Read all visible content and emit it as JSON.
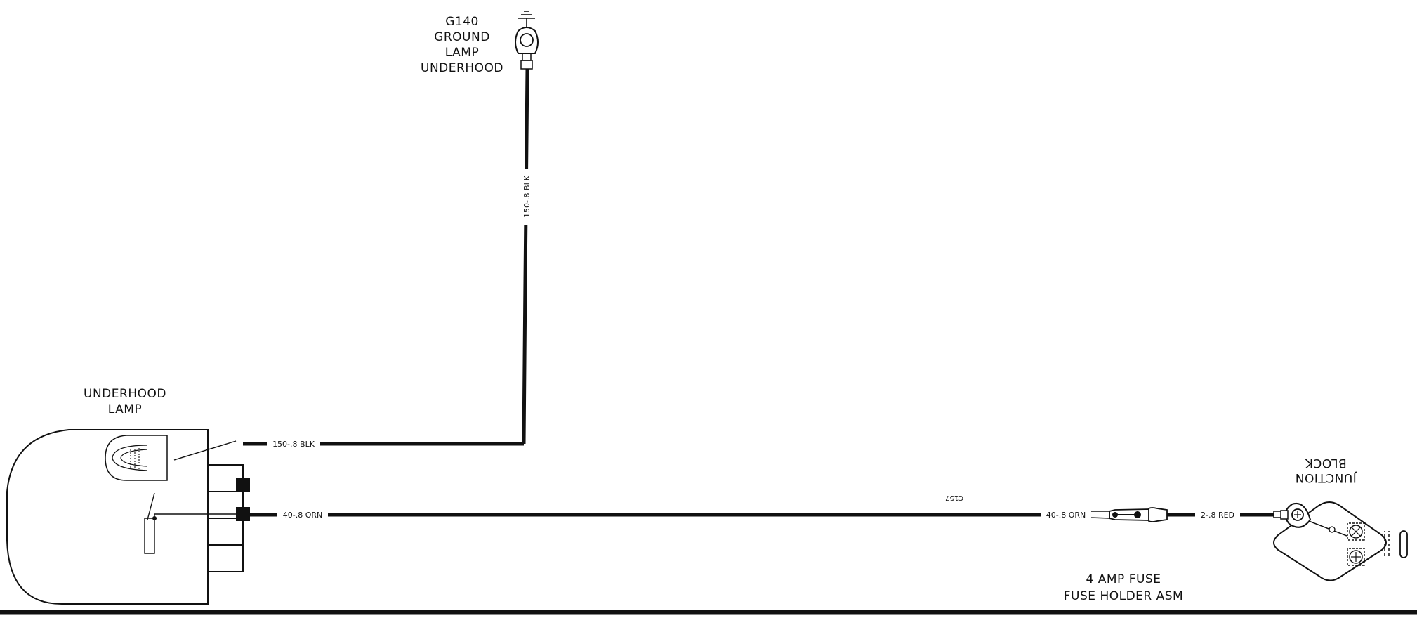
{
  "components": {
    "ground": {
      "label_lines": [
        "UNDERHOOD",
        "LAMP",
        "GROUND",
        "G140"
      ]
    },
    "lamp": {
      "label_lines": [
        "UNDERHOOD",
        "LAMP"
      ]
    },
    "fuse": {
      "label_lines": [
        "FUSE HOLDER ASM",
        "4 AMP FUSE"
      ],
      "connector_label": "C157"
    },
    "junction": {
      "label_lines": [
        "JUNCTION",
        "BLOCK"
      ]
    }
  },
  "wires": {
    "ground_vertical": "150-.8 BLK",
    "ground_horizontal": "150-.8 BLK",
    "orn_left": "40-.8 ORN",
    "orn_right": "40-.8 ORN",
    "red": "2-.8 RED"
  },
  "colors": {
    "ink": "#111111",
    "background": "#ffffff"
  }
}
